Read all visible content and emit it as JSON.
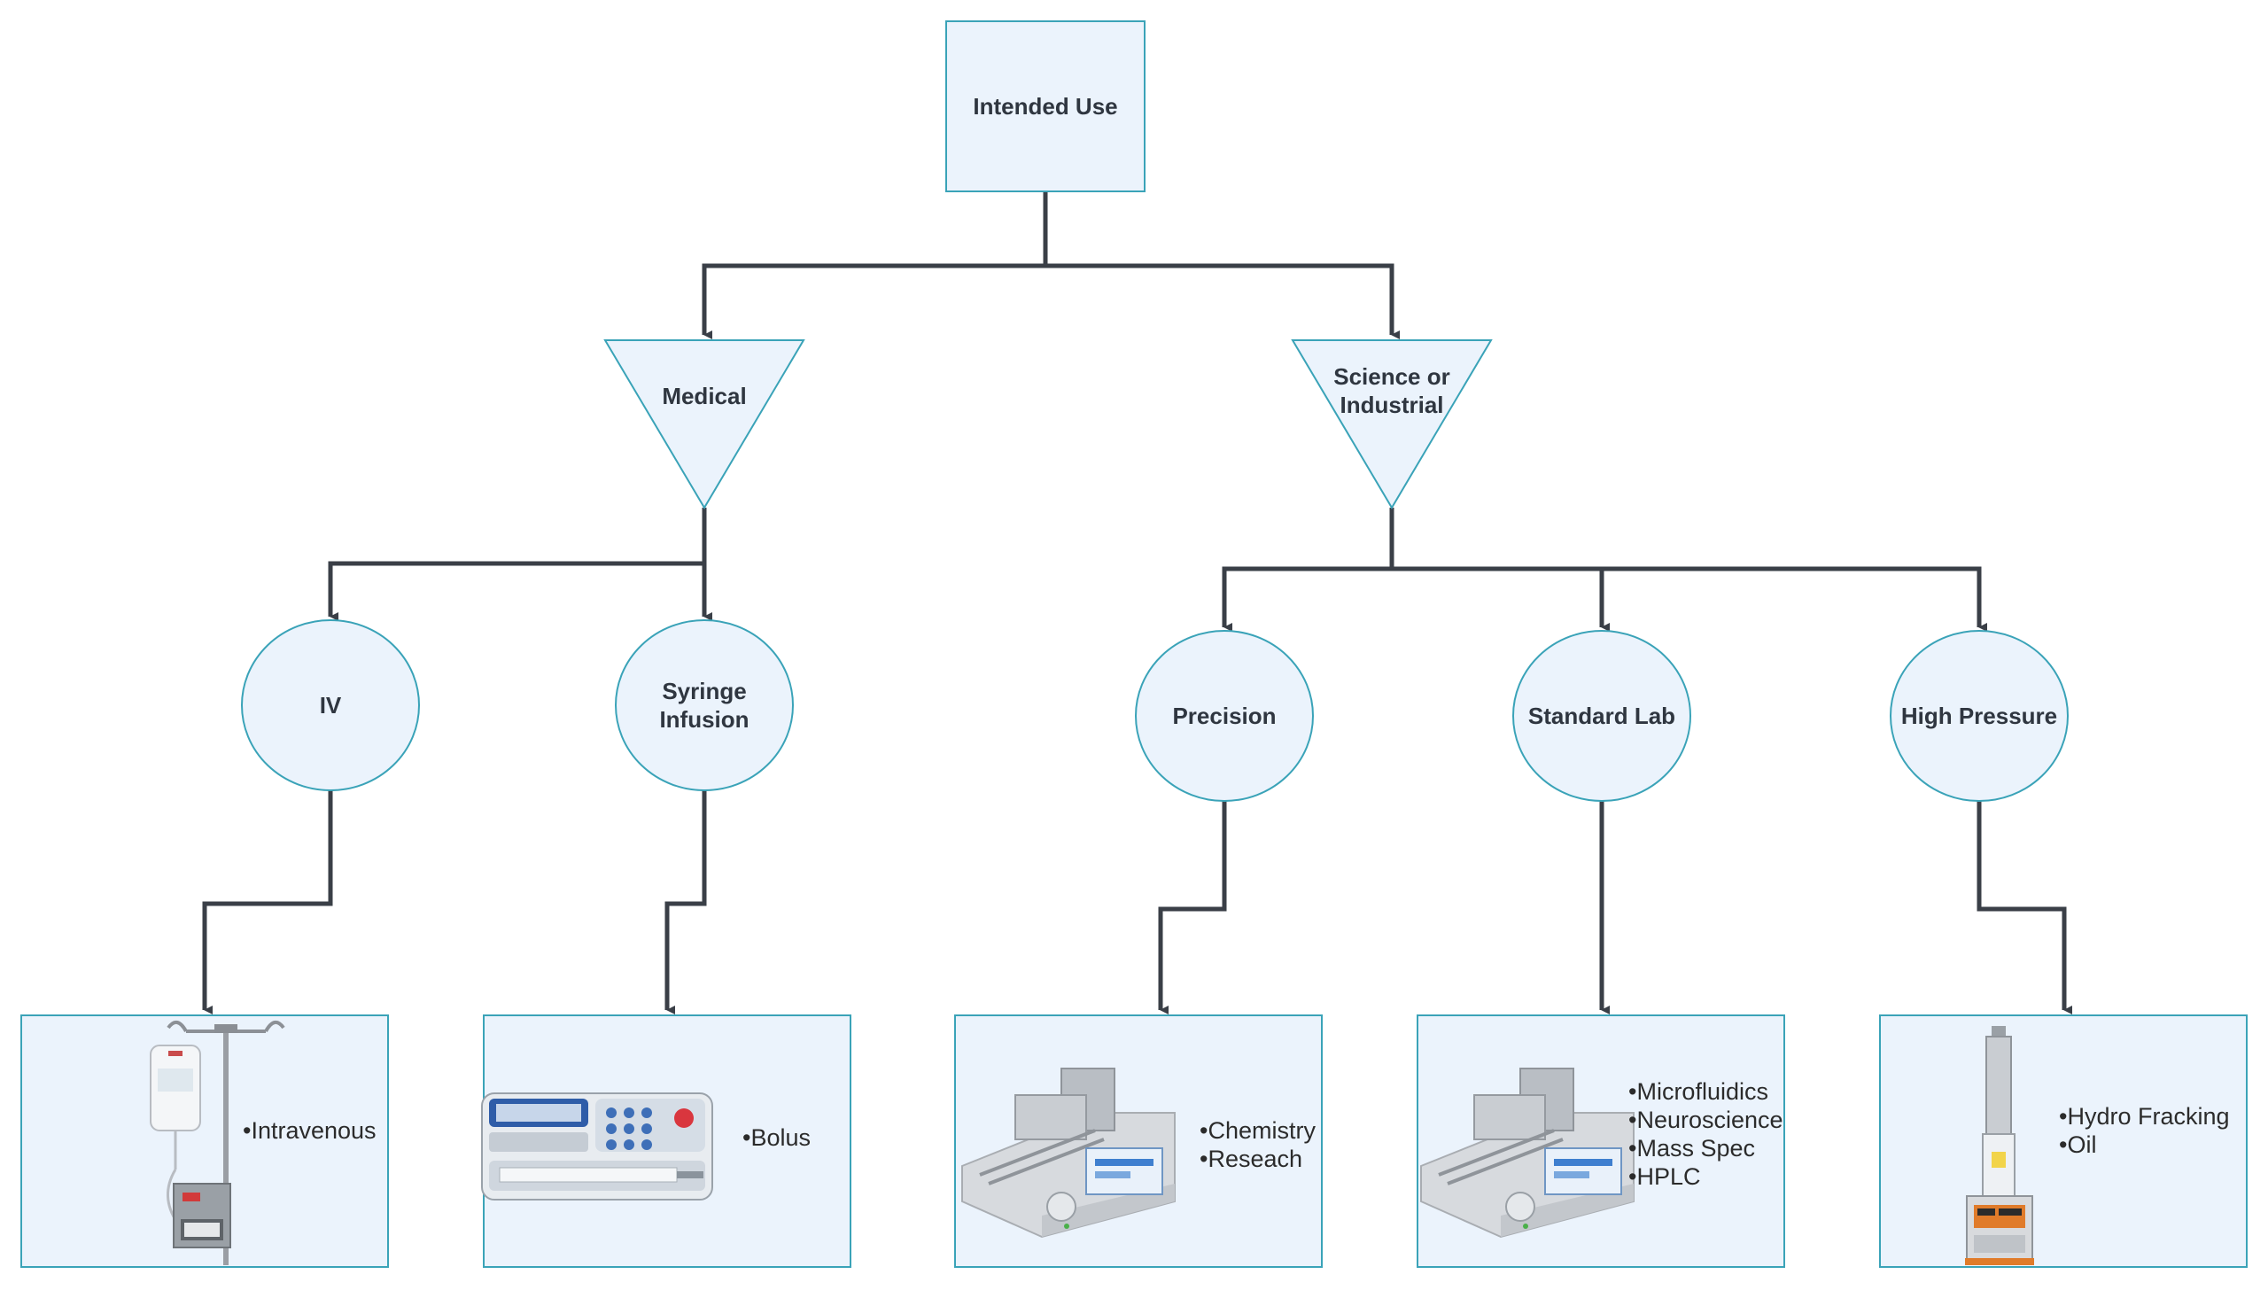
{
  "colors": {
    "node_fill": "#ebf3fc",
    "node_stroke": "#3aa3b8",
    "connector": "#3a3f47"
  },
  "root": {
    "label": "Intended Use"
  },
  "categories": [
    {
      "id": "medical",
      "label": "Medical"
    },
    {
      "id": "science",
      "label": "Science or Industrial"
    }
  ],
  "types": [
    {
      "id": "iv",
      "label": "IV"
    },
    {
      "id": "syringe",
      "label": "Syringe Infusion"
    },
    {
      "id": "precision",
      "label": "Precision"
    },
    {
      "id": "standard",
      "label": "Standard Lab"
    },
    {
      "id": "pressure",
      "label": "High Pressure"
    }
  ],
  "leaves": [
    {
      "id": "iv-box",
      "image": "iv-pole-bag-pump-image",
      "items": [
        "Intravenous"
      ]
    },
    {
      "id": "syringe-box",
      "image": "syringe-infusion-pump-image",
      "items": [
        "Bolus"
      ]
    },
    {
      "id": "precision-box",
      "image": "lab-syringe-pump-image",
      "items": [
        "Chemistry",
        "Reseach"
      ]
    },
    {
      "id": "standard-box",
      "image": "lab-syringe-pump-image",
      "items": [
        "Microfluidics",
        "Neuroscience",
        "Mass Spec",
        "HPLC"
      ]
    },
    {
      "id": "pressure-box",
      "image": "high-pressure-pump-image",
      "items": [
        "Hydro Fracking",
        "Oil"
      ]
    }
  ]
}
